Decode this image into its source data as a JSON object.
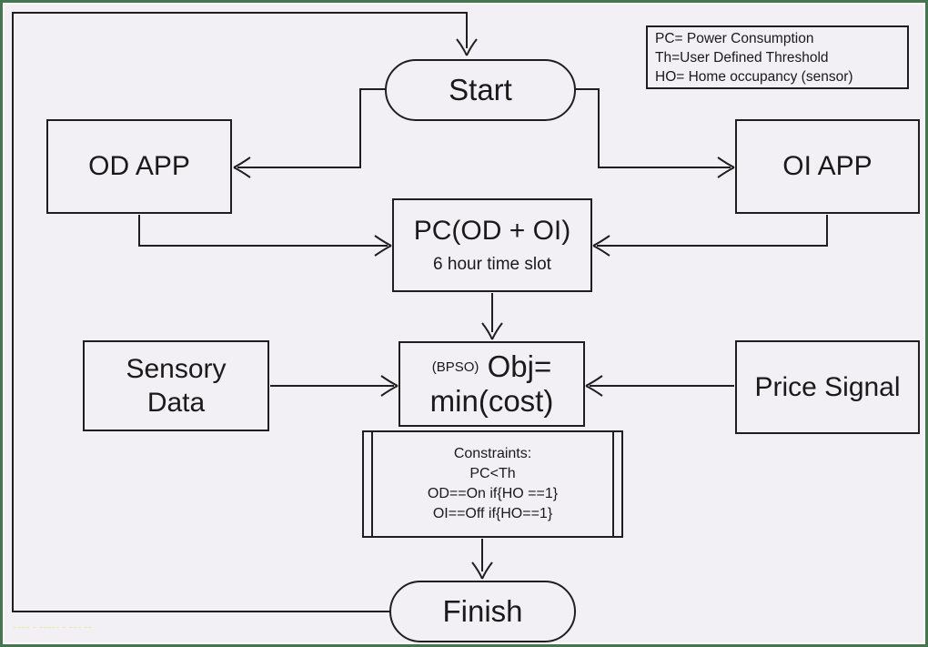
{
  "page": {
    "background": "#f2f0f4",
    "border_color": "#45764f",
    "line_color": "#1f1f1f"
  },
  "legend": {
    "lines": [
      "PC= Power Consumption",
      "Th=User Defined Threshold",
      "HO= Home occupancy (sensor)"
    ]
  },
  "nodes": {
    "start": {
      "label": "Start",
      "shape": "terminator"
    },
    "od_app": {
      "label": "OD APP",
      "shape": "process"
    },
    "oi_app": {
      "label": "OI APP",
      "shape": "process"
    },
    "pc": {
      "title": "PC(OD + OI)",
      "subtitle": "6 hour time slot",
      "shape": "process"
    },
    "sensory": {
      "line1": "Sensory",
      "line2": "Data",
      "shape": "process"
    },
    "objective": {
      "prefix": "(BPSO)",
      "line1": "Obj=",
      "line2": "min(cost)",
      "shape": "process"
    },
    "price": {
      "label": "Price Signal",
      "shape": "process"
    },
    "constraints": {
      "title": "Constraints:",
      "lines": [
        "PC<Th",
        "OD==On if{HO ==1}",
        "OI==Off if{HO==1}"
      ],
      "shape": "predefined-process"
    },
    "finish": {
      "label": "Finish",
      "shape": "terminator"
    }
  },
  "watermark": {
    "text": "⎯⎯⎯⎯ ⎯ ⎯⎯⎯⎯⎯ ⎯ ⎯⎯⎯ ⎯⎯"
  }
}
